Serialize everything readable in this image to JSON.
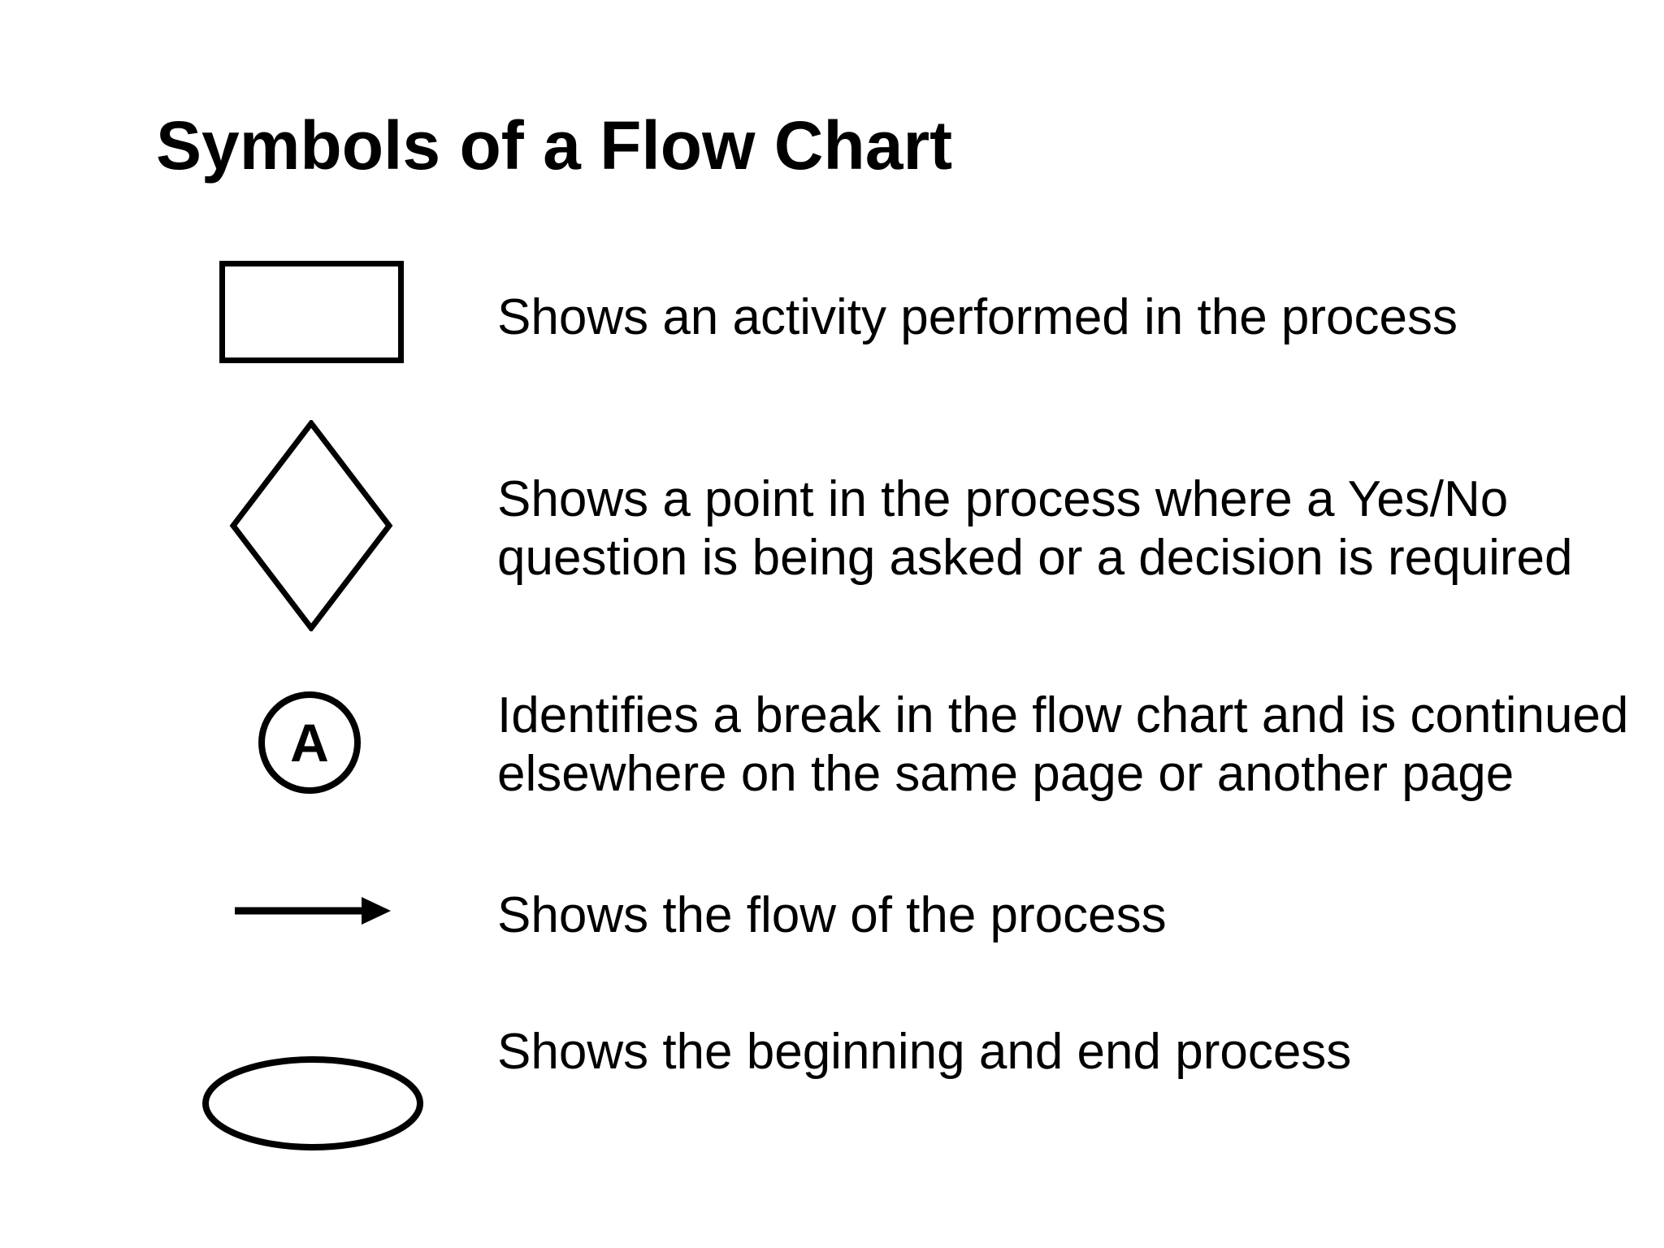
{
  "slide": {
    "title": "Symbols of a Flow Chart",
    "colors": {
      "background": "#ffffff",
      "ink": "#000000"
    },
    "rows": [
      {
        "symbol": "process-rectangle",
        "lines": [
          "Shows an activity performed in the process"
        ]
      },
      {
        "symbol": "decision-diamond",
        "lines": [
          "Shows a point in the process where a Yes/No",
          "question is being asked or a decision is required"
        ]
      },
      {
        "symbol": "connector-circle",
        "symbol_label": "A",
        "lines": [
          "Identifies a break in the flow chart and is continued",
          "elsewhere on the same page or another page"
        ]
      },
      {
        "symbol": "flow-arrow",
        "lines": [
          "Shows the flow of the process"
        ]
      },
      {
        "symbol": "terminator-ellipse",
        "lines": [
          "Shows the beginning and end process"
        ]
      }
    ]
  }
}
